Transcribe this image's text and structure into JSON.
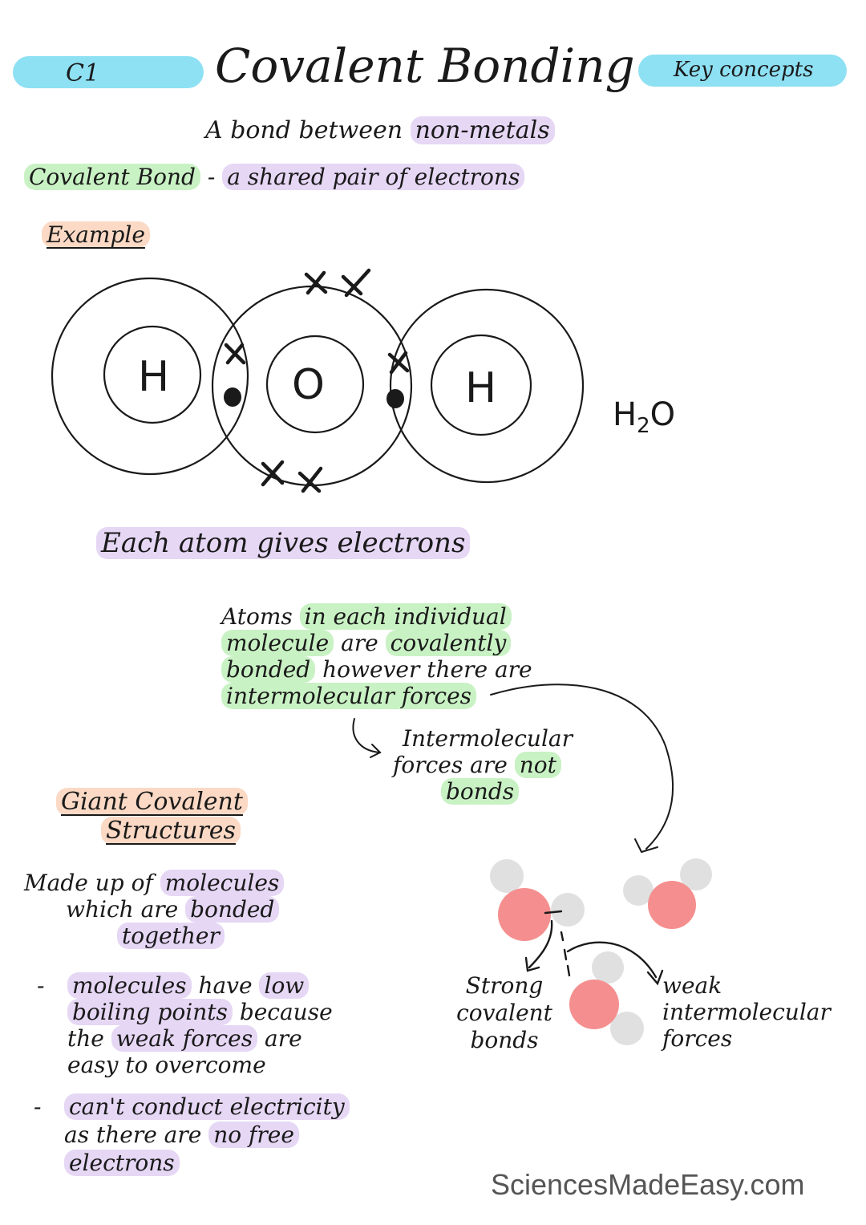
{
  "header": {
    "code": "C1",
    "title": "Covalent Bonding",
    "tag": "Key concepts",
    "pill_color": "#8ee0f3"
  },
  "intro": {
    "line1_pre": "A bond between",
    "line1_hl": "non-metals",
    "def_term": "Covalent Bond",
    "def_dash": "-",
    "def_text": "a shared pair of electrons"
  },
  "example": {
    "heading": "Example",
    "atom_left": "H",
    "atom_center": "O",
    "atom_right": "H",
    "formula_base": "H",
    "formula_sub": "2",
    "formula_end": "O",
    "electron_x": "×",
    "caption": "Each atom gives electrons"
  },
  "intermolecular": {
    "l1_pre": "Atoms",
    "l1_hl": "in each individual",
    "l2_hl1": "molecule",
    "l2_mid": "are",
    "l2_hl2": "covalently",
    "l3_hl": "bonded",
    "l3_rest": "however there are",
    "l4_hl": "intermolecular forces",
    "note_l1": "Intermolecular",
    "note_l2_pre": "forces are",
    "note_l2_hl": "not",
    "note_l3_hl": "bonds"
  },
  "giant": {
    "heading_l1": "Giant Covalent",
    "heading_l2": "Structures",
    "made_l1_pre": "Made up of",
    "made_l1_hl": "molecules",
    "made_l2_pre": "which are",
    "made_l2_hl": "bonded",
    "made_l3_hl": "together",
    "bullet": "-",
    "b1_l1_hl1": "molecules",
    "b1_l1_mid": "have",
    "b1_l1_hl2": "low",
    "b1_l2_hl": "boiling points",
    "b1_l2_rest": "because",
    "b1_l3_pre": "the",
    "b1_l3_hl": "weak forces",
    "b1_l3_post": "are",
    "b1_l4": "easy to overcome",
    "b2_l1_hl": "can't conduct electricity",
    "b2_l2_pre": "as there are",
    "b2_l2_hl": "no free",
    "b2_l3_hl": "electrons"
  },
  "molecule_diagram": {
    "strong_l1": "Strong",
    "strong_l2": "covalent",
    "strong_l3": "bonds",
    "weak_l1": "weak",
    "weak_l2": "intermolecular",
    "weak_l3": "forces",
    "oxygen_color": "#f58f8f",
    "hydrogen_color": "#e0e0e0"
  },
  "footer": {
    "brand": "SciencesMadeEasy.com"
  }
}
